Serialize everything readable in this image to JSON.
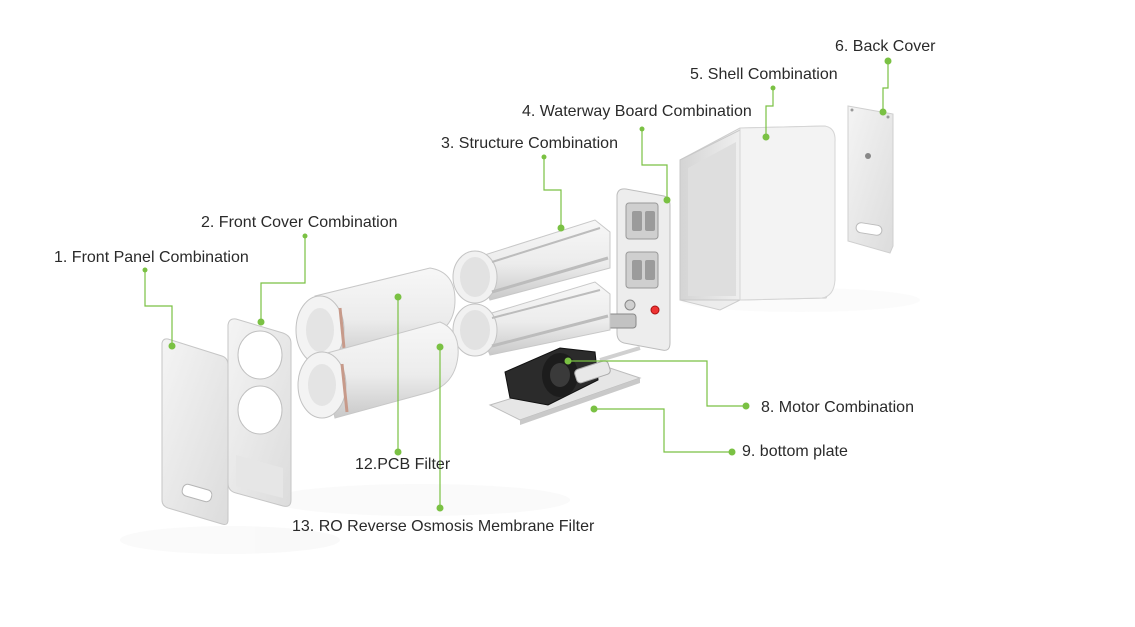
{
  "diagram": {
    "accent_color": "#7ac143",
    "parts": [
      {
        "id": "front-panel",
        "label": "1. Front Panel Combination"
      },
      {
        "id": "front-cover",
        "label": "2. Front Cover Combination"
      },
      {
        "id": "structure",
        "label": "3. Structure Combination"
      },
      {
        "id": "waterway-board",
        "label": "4. Waterway Board Combination"
      },
      {
        "id": "shell",
        "label": "5. Shell Combination"
      },
      {
        "id": "back-cover",
        "label": "6. Back Cover"
      },
      {
        "id": "motor",
        "label": "8. Motor Combination"
      },
      {
        "id": "bottom-plate",
        "label": "9. bottom plate"
      },
      {
        "id": "pcb-filter",
        "label": "12.PCB Filter"
      },
      {
        "id": "ro-filter",
        "label": "13. RO Reverse Osmosis Membrane Filter"
      }
    ]
  }
}
